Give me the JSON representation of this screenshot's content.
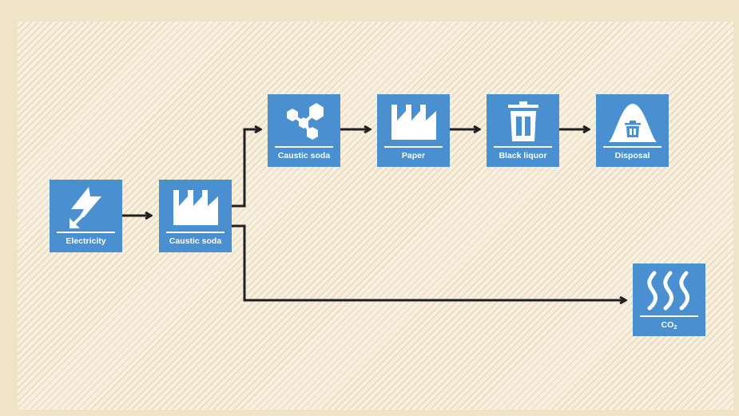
{
  "colors": {
    "node_fill": "#4a8fd0",
    "arrow": "#231f20",
    "background": "#efe3c8",
    "hatch": "#e9d7b3"
  },
  "nodes": {
    "electricity": {
      "label": "Electricity",
      "icon": "electricity-icon"
    },
    "caustic_soda_production": {
      "label": "Caustic soda",
      "icon": "factory-icon"
    },
    "caustic_soda_chemical": {
      "label": "Caustic soda",
      "icon": "molecule-icon"
    },
    "paper": {
      "label": "Paper",
      "icon": "factory-icon"
    },
    "black_liquor": {
      "label": "Black liquor",
      "icon": "trash-bin-icon"
    },
    "disposal": {
      "label": "Disposal",
      "icon": "landfill-icon"
    },
    "co2": {
      "label_main": "CO",
      "label_sub": "2",
      "icon": "heat-waves-icon"
    }
  },
  "edges": [
    {
      "from": "Electricity",
      "to": "Caustic soda"
    },
    {
      "from": "Caustic soda",
      "to": "Caustic soda"
    },
    {
      "from": "Caustic soda",
      "to": "Paper"
    },
    {
      "from": "Paper",
      "to": "Black liquor"
    },
    {
      "from": "Black liquor",
      "to": "Disposal"
    },
    {
      "from": "Caustic soda",
      "to": "CO2"
    }
  ]
}
